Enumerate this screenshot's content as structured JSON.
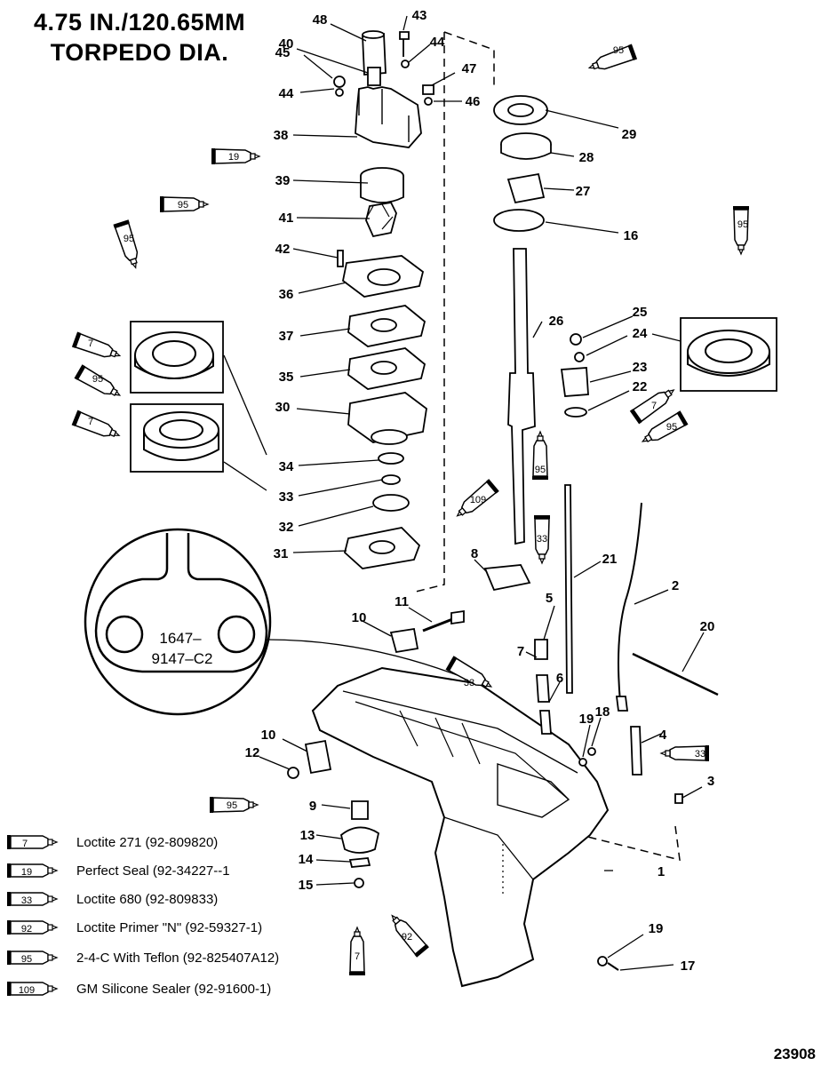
{
  "title": {
    "line1": "4.75 IN./120.65MM",
    "line2": "TORPEDO DIA."
  },
  "figure_number": "23908",
  "casting_code": {
    "line1": "1647–",
    "line2": "9147–C2"
  },
  "legend": [
    {
      "code": "7",
      "text": "Loctite 271 (92-809820)"
    },
    {
      "code": "19",
      "text": "Perfect Seal (92-34227--1"
    },
    {
      "code": "33",
      "text": "Loctite 680 (92-809833)"
    },
    {
      "code": "92",
      "text": "Loctite Primer \"N\" (92-59327-1)"
    },
    {
      "code": "95",
      "text": "2-4-C  With Teflon (92-825407A12)"
    },
    {
      "code": "109",
      "text": "GM Silicone Sealer (92-91600-1)"
    }
  ],
  "callouts": {
    "c1": "1",
    "c2": "2",
    "c3": "3",
    "c4": "4",
    "c5": "5",
    "c6": "6",
    "c7": "7",
    "c8": "8",
    "c9": "9",
    "c10a": "10",
    "c10b": "10",
    "c11": "11",
    "c12": "12",
    "c13": "13",
    "c14": "14",
    "c15": "15",
    "c16": "16",
    "c17": "17",
    "c18": "18",
    "c19a": "19",
    "c19b": "19",
    "c20": "20",
    "c21": "21",
    "c22": "22",
    "c23": "23",
    "c24": "24",
    "c25": "25",
    "c26": "26",
    "c27": "27",
    "c28": "28",
    "c29": "29",
    "c30": "30",
    "c31": "31",
    "c32": "32",
    "c33": "33",
    "c34": "34",
    "c35": "35",
    "c36": "36",
    "c37": "37",
    "c38": "38",
    "c39": "39",
    "c40": "40",
    "c41": "41",
    "c42": "42",
    "c43": "43",
    "c44a": "44",
    "c44b": "44",
    "c45": "45",
    "c46": "46",
    "c47": "47",
    "c48": "48"
  },
  "tubes": {
    "t95a": "95",
    "t95b": "95",
    "t95c": "95",
    "t95d": "95",
    "t95e": "95",
    "t95f": "95",
    "t95g": "95",
    "t95h": "95",
    "t19": "19",
    "t7a": "7",
    "t7b": "7",
    "t7c": "7",
    "t7d": "7",
    "t109": "109",
    "t33a": "33",
    "t33b": "33",
    "t33c": "33",
    "t92": "92"
  }
}
